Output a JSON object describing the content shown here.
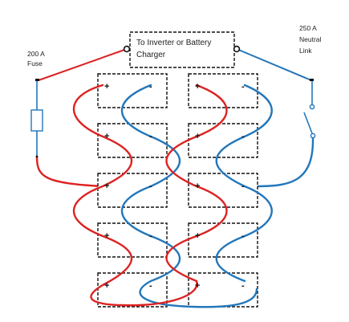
{
  "header_box": {
    "line1": "To Inverter or Battery",
    "line2": "Charger"
  },
  "fuse": {
    "line1": "200 A",
    "line2": "Fuse"
  },
  "neutral_link": {
    "line1": "250 A",
    "line2": "Neutral",
    "line3": "Link"
  },
  "terminal": {
    "positive": "+",
    "negative": "-"
  },
  "battery_columns": 2,
  "battery_rows": 5,
  "colors": {
    "positive": "#dd2222",
    "negative": "#2277bb",
    "outline": "#111111"
  }
}
